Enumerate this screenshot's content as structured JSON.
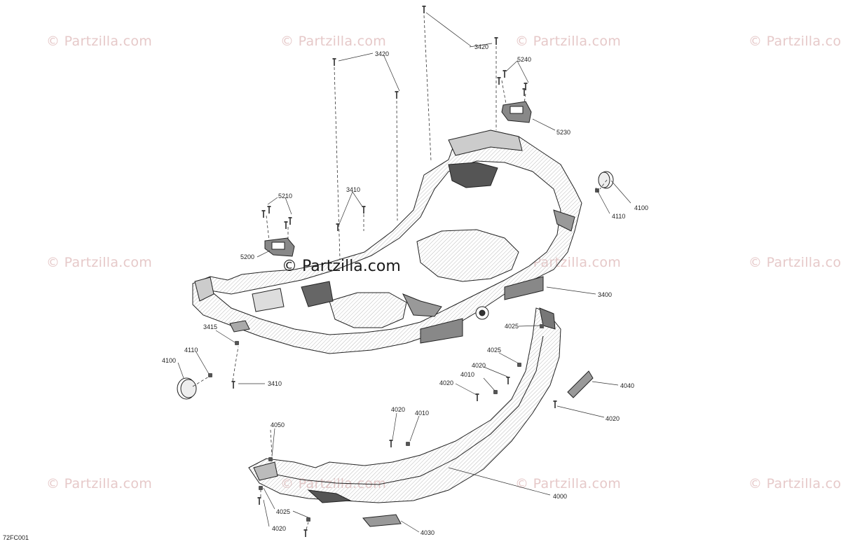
{
  "watermark": {
    "text": "© Partzilla.com",
    "center_text": "© Partzilla.com",
    "color": "#e6c9c9"
  },
  "figure_code": "72FC001",
  "callouts": {
    "p3420a": "3420",
    "p3420b": "3420",
    "p5240": "5240",
    "p5230": "5230",
    "p5210": "5210",
    "p5200": "5200",
    "p3410a": "3410",
    "p3410b": "3410",
    "p4110a": "4110",
    "p4100a": "4100",
    "p3400": "3400",
    "p3415": "3415",
    "p4110b": "4110",
    "p4100b": "4100",
    "p4025a": "4025",
    "p4025b": "4025",
    "p4025c": "4025",
    "p4020a": "4020",
    "p4020b": "4020",
    "p4020c": "4020",
    "p4020d": "4020",
    "p4020e": "4020",
    "p4010a": "4010",
    "p4010b": "4010",
    "p4040": "4040",
    "p4050": "4050",
    "p4000": "4000",
    "p4030": "4030"
  }
}
